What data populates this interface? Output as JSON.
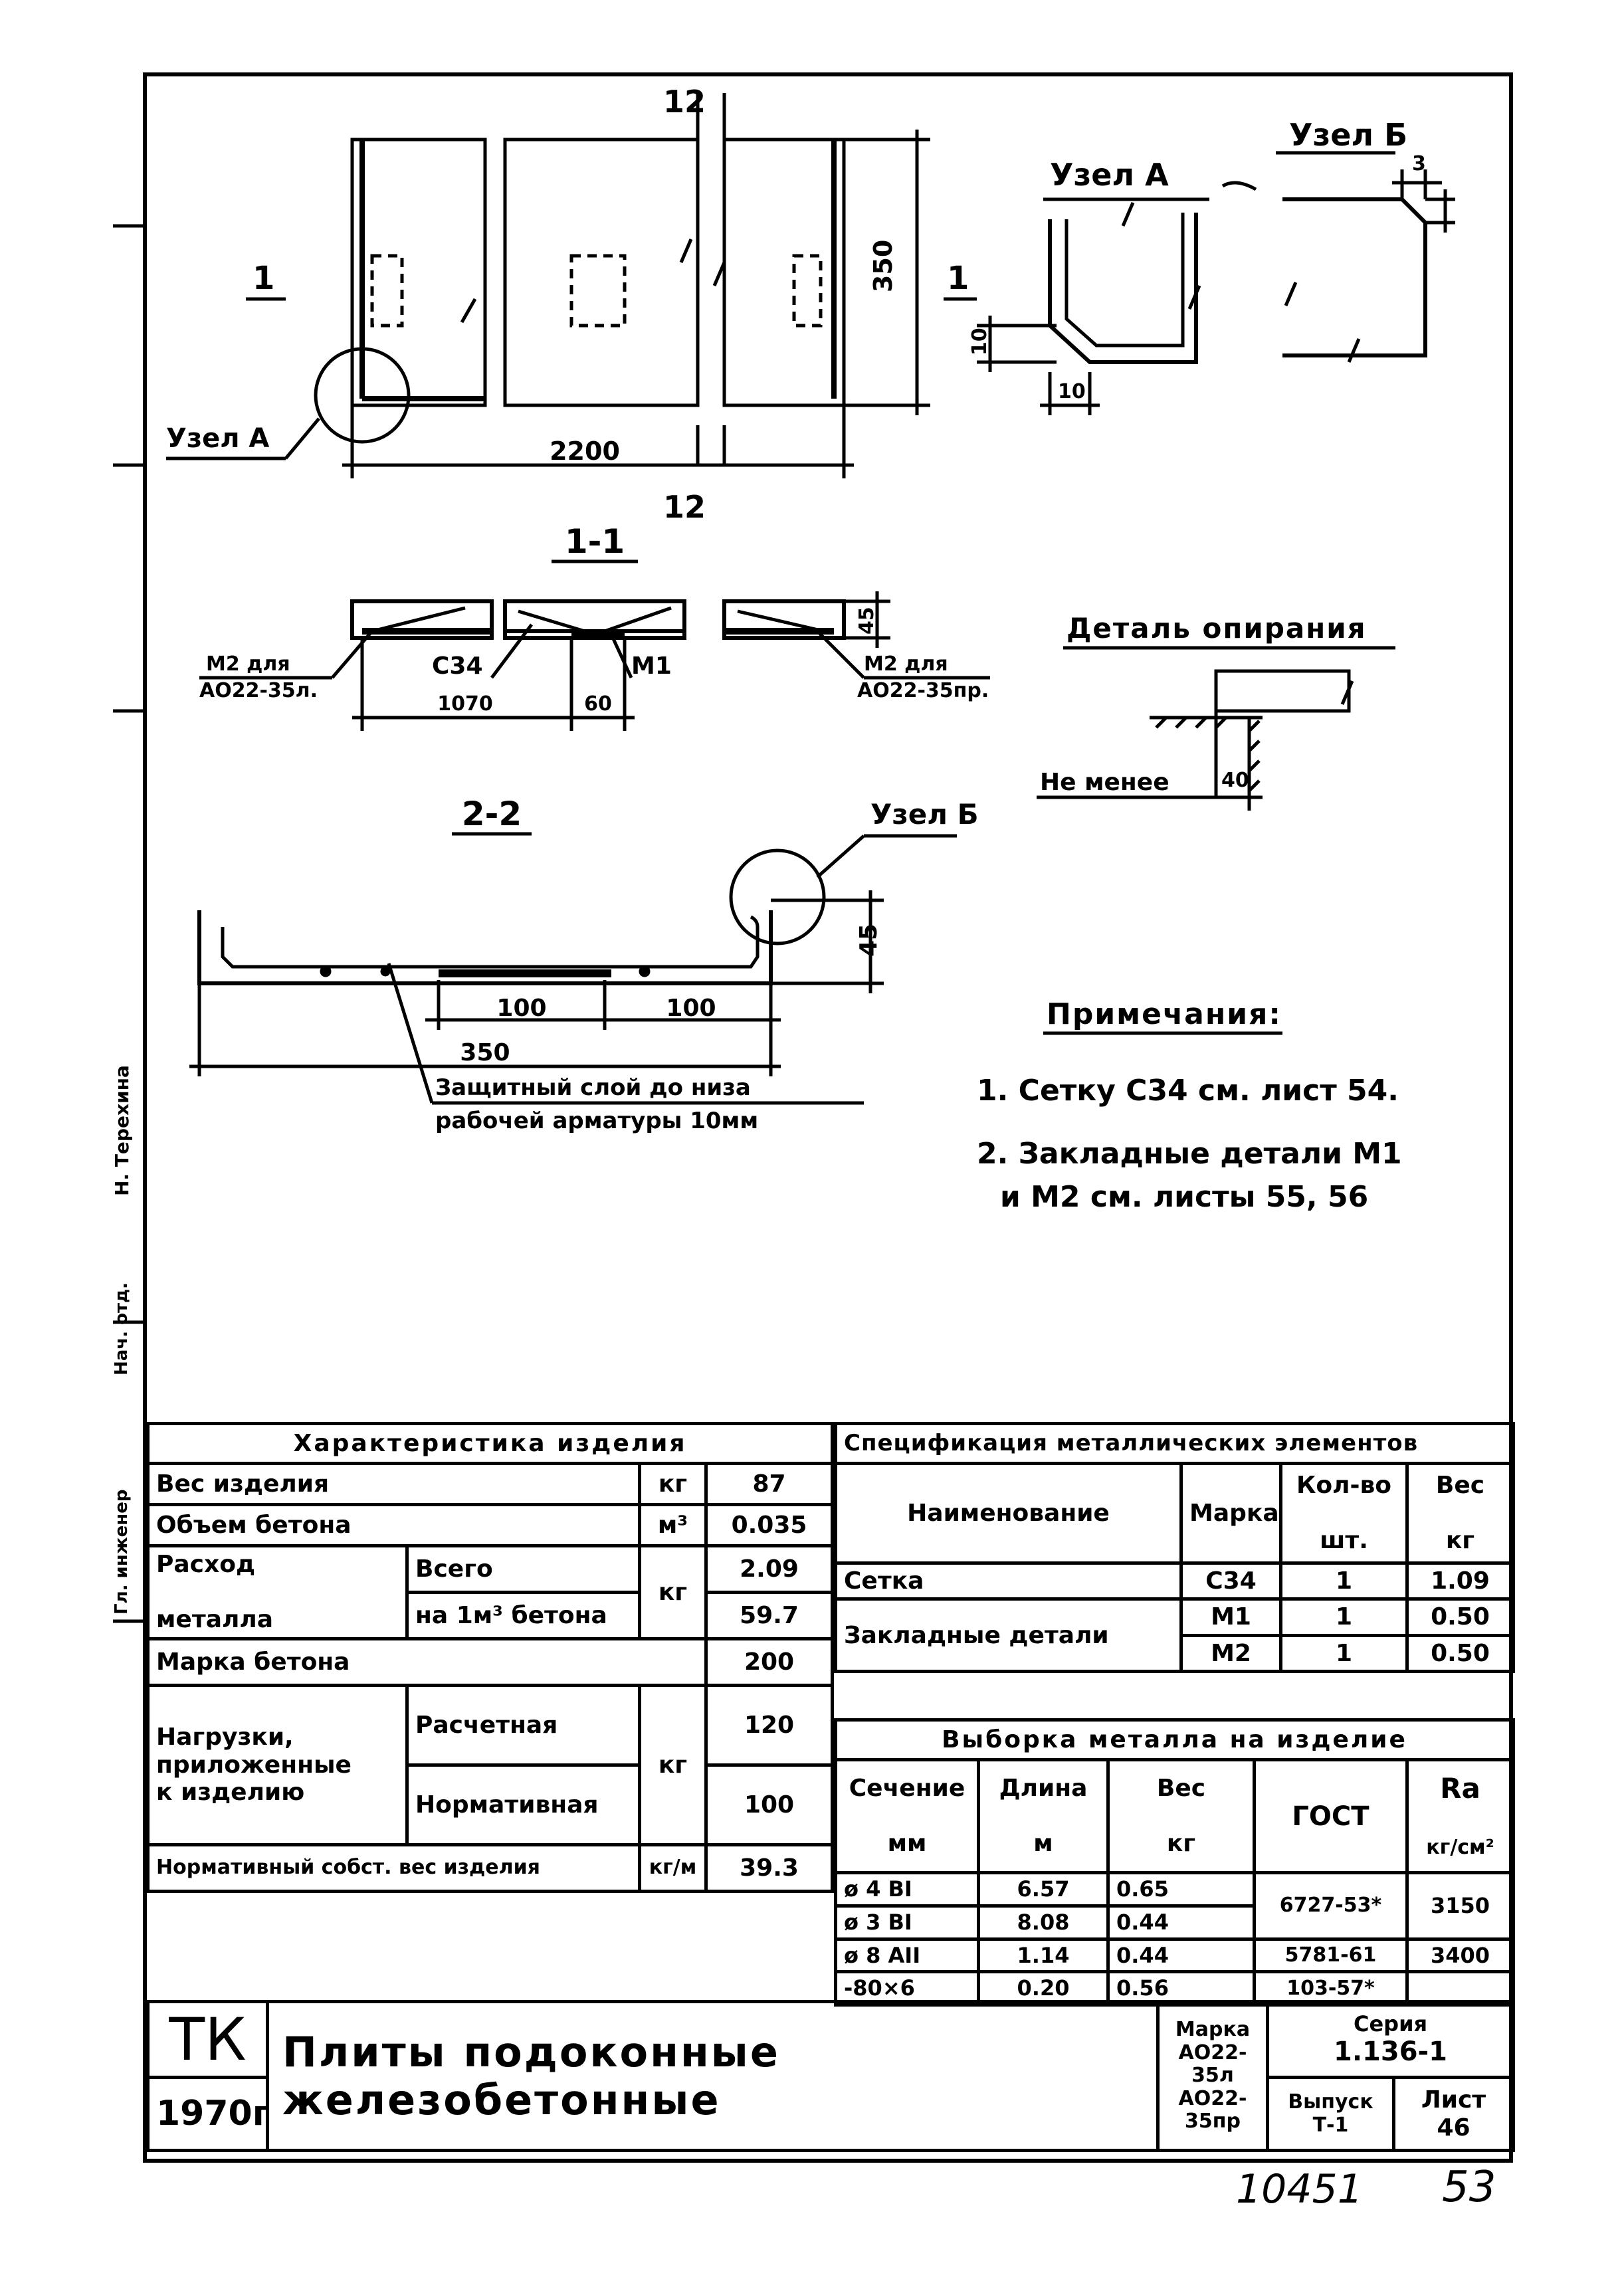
{
  "drawing": {
    "plan": {
      "dim_12_top": "12",
      "dim_12_bottom": "12",
      "dim_350": "350",
      "dim_2200": "2200",
      "section_mark_left": "1",
      "section_mark_right": "1",
      "node_a_callout": "Узел А"
    },
    "node_a": {
      "title": "Узел А",
      "dim_10a": "10",
      "dim_10b": "10"
    },
    "node_b": {
      "title": "Узел Б",
      "dim_3": "3"
    },
    "section_1_1": {
      "title": "1-1",
      "label_m2_left_line1": "М2 для",
      "label_m2_left_line2": "АО22-35л.",
      "label_c34": "С34",
      "label_m1": "М1",
      "label_m2_right_line1": "М2 для",
      "label_m2_right_line2": "АО22-35пр.",
      "dim_1070": "1070",
      "dim_60": "60",
      "dim_45": "45"
    },
    "support_detail": {
      "title": "Деталь опирания",
      "label": "Не менее",
      "dim_40": "40"
    },
    "section_2_2": {
      "title": "2-2",
      "node_b_callout": "Узел Б",
      "dim_100a": "100",
      "dim_100b": "100",
      "dim_350": "350",
      "dim_45": "45",
      "cover_note_line1": "Защитный слой до низа",
      "cover_note_line2": "рабочей арматуры 10мм"
    },
    "notes": {
      "title": "Примечания:",
      "note1": "1. Сетку С34 см. лист 54.",
      "note2_line1": "2. Закладные детали М1",
      "note2_line2": "и М2 см. листы 55, 56"
    }
  },
  "characteristics": {
    "title": "Характеристика изделия",
    "rows": {
      "weight": {
        "label": "Вес изделия",
        "unit": "кг",
        "value": "87"
      },
      "volume": {
        "label": "Объем бетона",
        "unit": "м³",
        "value": "0.035"
      },
      "metal": {
        "label_line1": "Расход",
        "label_line2": "металла",
        "sub1": "Всего",
        "sub2": "на 1м³ бетона",
        "unit": "кг",
        "value1": "2.09",
        "value2": "59.7"
      },
      "grade": {
        "label": "Марка бетона",
        "value": "200"
      },
      "loads": {
        "label_line1": "Нагрузки,",
        "label_line2": "приложенные",
        "label_line3": "к изделию",
        "sub1": "Расчетная",
        "sub2": "Нормативная",
        "unit": "кг",
        "value1": "120",
        "value2": "100"
      },
      "norm_weight": {
        "label": "Нормативный собст. вес изделия",
        "unit": "кг/м",
        "value": "39.3"
      }
    }
  },
  "specification": {
    "title": "Спецификация металлических элементов",
    "headers": {
      "name": "Наименование",
      "mark": "Марка",
      "qty_line1": "Кол-во",
      "qty_line2": "шт.",
      "weight_line1": "Вес",
      "weight_line2": "кг"
    },
    "rows": [
      {
        "name": "Сетка",
        "mark": "С34",
        "qty": "1",
        "weight": "1.09"
      },
      {
        "name": "Закладные детали",
        "mark": "М1",
        "qty": "1",
        "weight": "0.50"
      },
      {
        "name": "",
        "mark": "М2",
        "qty": "1",
        "weight": "0.50"
      }
    ]
  },
  "metal_selection": {
    "title": "Выборка металла на изделие",
    "headers": {
      "section_line1": "Сечение",
      "section_line2": "мм",
      "length_line1": "Длина",
      "length_line2": "м",
      "weight_line1": "Вес",
      "weight_line2": "кг",
      "gost": "ГОСТ",
      "ra_line1": "Ra",
      "ra_line2": "кг/см²"
    },
    "rows": [
      {
        "section": "ø 4 BI",
        "length": "6.57",
        "weight": "0.65"
      },
      {
        "section": "ø 3 BI",
        "length": "8.08",
        "weight": "0.44"
      },
      {
        "section": "ø 8 AII",
        "length": "1.14",
        "weight": "0.44"
      },
      {
        "section": "-80×6",
        "length": "0.20",
        "weight": "0.56"
      }
    ],
    "gost_values": [
      "6727-53*",
      "5781-61",
      "103-57*"
    ],
    "ra_values": [
      "3150",
      "3400"
    ]
  },
  "title_block": {
    "org": "ТК",
    "year": "1970г.",
    "title": "Плиты подоконные железобетонные",
    "mark_label": "Марка",
    "mark_1": "АО22-35л",
    "mark_2": "АО22-35пр",
    "series_label": "Серия",
    "series_value": "1.136-1",
    "issue_label": "Выпуск",
    "issue_value": "Т-1",
    "sheet_label": "Лист",
    "sheet_value": "46"
  },
  "margin": {
    "left_vertical_1": "Н. Терехина",
    "left_vertical_2": "Нач. отд.",
    "left_vertical_3": "Гл. инженер",
    "bottom_numbers": {
      "archive": "10451",
      "page": "53"
    }
  }
}
